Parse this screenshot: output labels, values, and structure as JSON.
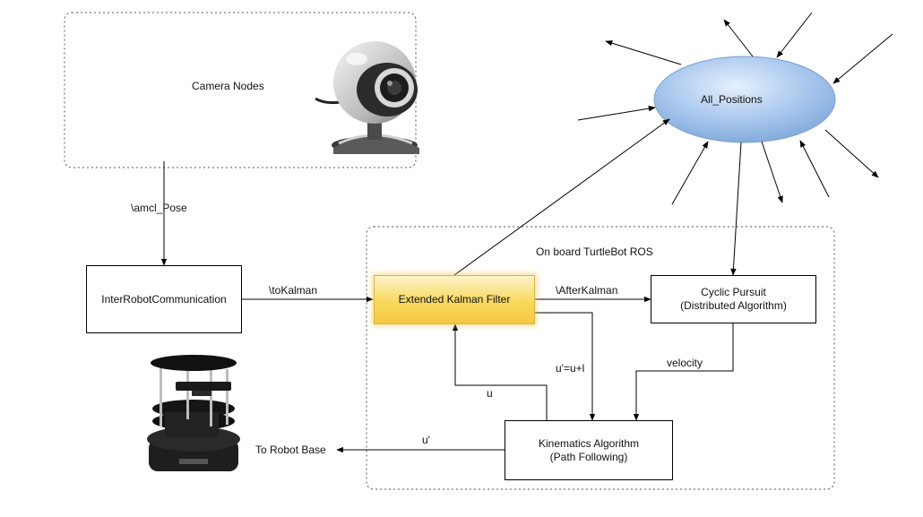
{
  "regions": {
    "camera_nodes": {
      "label": "Camera Nodes"
    },
    "onboard": {
      "label": "On board TurtleBot ROS"
    }
  },
  "nodes": {
    "all_positions": {
      "label": "All_Positions"
    },
    "inter_robot": {
      "label": "InterRobotCommunication"
    },
    "kalman": {
      "label": "Extended Kalman Filter"
    },
    "cyclic_pursuit": {
      "line1": "Cyclic Pursuit",
      "line2": "(Distributed Algorithm)"
    },
    "kinematics": {
      "line1": "Kinematics Algorithm",
      "line2": "(Path Following)"
    }
  },
  "edges": {
    "amcl_pose": "\\amcl_Pose",
    "to_kalman": "\\toKalman",
    "after_kalman": "\\AfterKalman",
    "velocity": "velocity",
    "u_prime_eq": "u'=u+l",
    "u": "u",
    "u_prime": "u'",
    "to_robot_base": "To Robot Base"
  },
  "images": {
    "webcam": "webcam-image",
    "turtlebot": "turtlebot-image"
  },
  "colors": {
    "ellipse_fill": "#a9c8ee",
    "kalman_fill": "#f8d95e",
    "line": "#000000"
  }
}
